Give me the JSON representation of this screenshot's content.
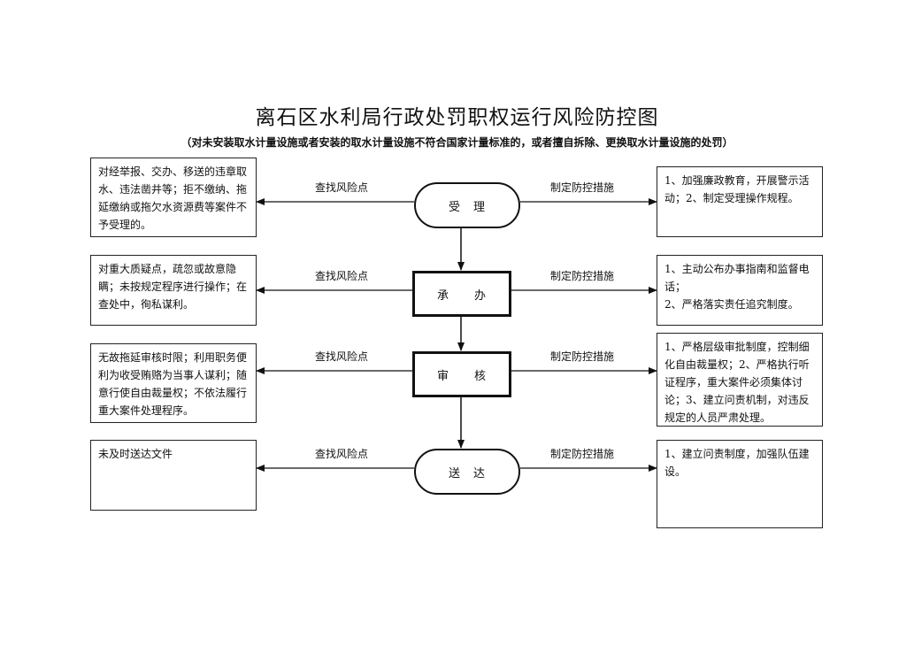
{
  "title": "离石区水利局行政处罚职权运行风险防控图",
  "subtitle": "（对未安装取水计量设施或者安装的取水计量设施不符合国家计量标准的，或者擅自拆除、更换取水计量设施的处罚）",
  "steps": [
    {
      "label": "受　理",
      "risk_label": "查找风险点",
      "measure_label": "制定防控措施",
      "risk": "对经举报、交办、移送的违章取水、违法凿井等；拒不缴纳、拖延缴纳或拖欠水资源费等案件不予受理的。",
      "measure": "1、加强廉政教育，开展警示活动；2、制定受理操作规程。"
    },
    {
      "label": "承　　办",
      "risk_label": "查找风险点",
      "measure_label": "制定防控措施",
      "risk": "对重大质疑点，疏忽或故意隐瞒；未按规定程序进行操作；在查处中，徇私谋利。",
      "measure": "1、主动公布办事指南和监督电话；\n2、严格落实责任追究制度。"
    },
    {
      "label": "审　　核",
      "risk_label": "查找风险点",
      "measure_label": "制定防控措施",
      "risk": "无故拖延审核时限；利用职务便利为收受贿赂为当事人谋利；随意行使自由裁量权；不依法履行重大案件处理程序。",
      "measure": "1、严格层级审批制度，控制细化自由裁量权；2、严格执行听证程序，重大案件必须集体讨论；3、建立问责机制，对违反规定的人员严肃处理。"
    },
    {
      "label": "送　达",
      "risk_label": "查找风险点",
      "measure_label": "制定防控措施",
      "risk": "未及时送达文件",
      "measure": "1、建立问责制度，加强队伍建设。"
    }
  ]
}
